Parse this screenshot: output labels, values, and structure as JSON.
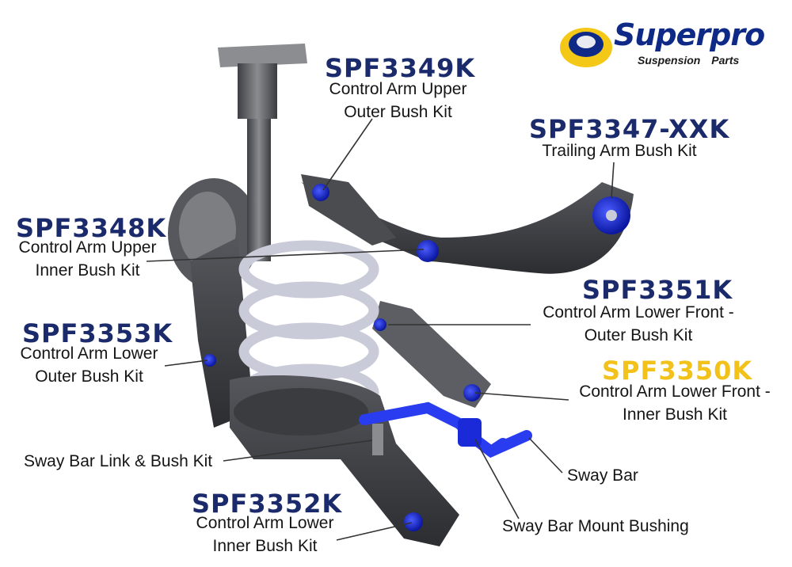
{
  "brand": {
    "name": "Superpro",
    "tagline_left": "Suspension",
    "tagline_right": "Parts"
  },
  "callouts": [
    {
      "part": "SPF3349K",
      "desc_line1": "Control Arm Upper",
      "desc_line2": "Outer Bush Kit"
    },
    {
      "part": "SPF3347-XXK",
      "desc_line1": "Trailing Arm Bush Kit",
      "desc_line2": ""
    },
    {
      "part": "SPF3348K",
      "desc_line1": "Control Arm Upper",
      "desc_line2": "Inner Bush Kit"
    },
    {
      "part": "SPF3351K",
      "desc_line1": "Control Arm Lower Front -",
      "desc_line2": "Outer Bush Kit"
    },
    {
      "part": "SPF3353K",
      "desc_line1": "Control Arm Lower",
      "desc_line2": "Outer Bush Kit"
    },
    {
      "part": "SPF3350K",
      "desc_line1": "Control Arm Lower Front -",
      "desc_line2": "Inner Bush Kit"
    },
    {
      "part": "SPF3352K",
      "desc_line1": "Control Arm Lower",
      "desc_line2": "Inner Bush Kit"
    }
  ],
  "labels": {
    "sway_bar_link": "Sway Bar Link & Bush Kit",
    "sway_bar": "Sway Bar",
    "sway_bar_mount": "Sway Bar Mount Bushing"
  },
  "colors": {
    "part_number": "#1b2a6b",
    "highlight_part": "#f2c21a",
    "bushing": "#1a2ad8",
    "metal": "#6b6d71",
    "spring": "#c9cbd8",
    "sway_bar": "#2a3cf0"
  }
}
